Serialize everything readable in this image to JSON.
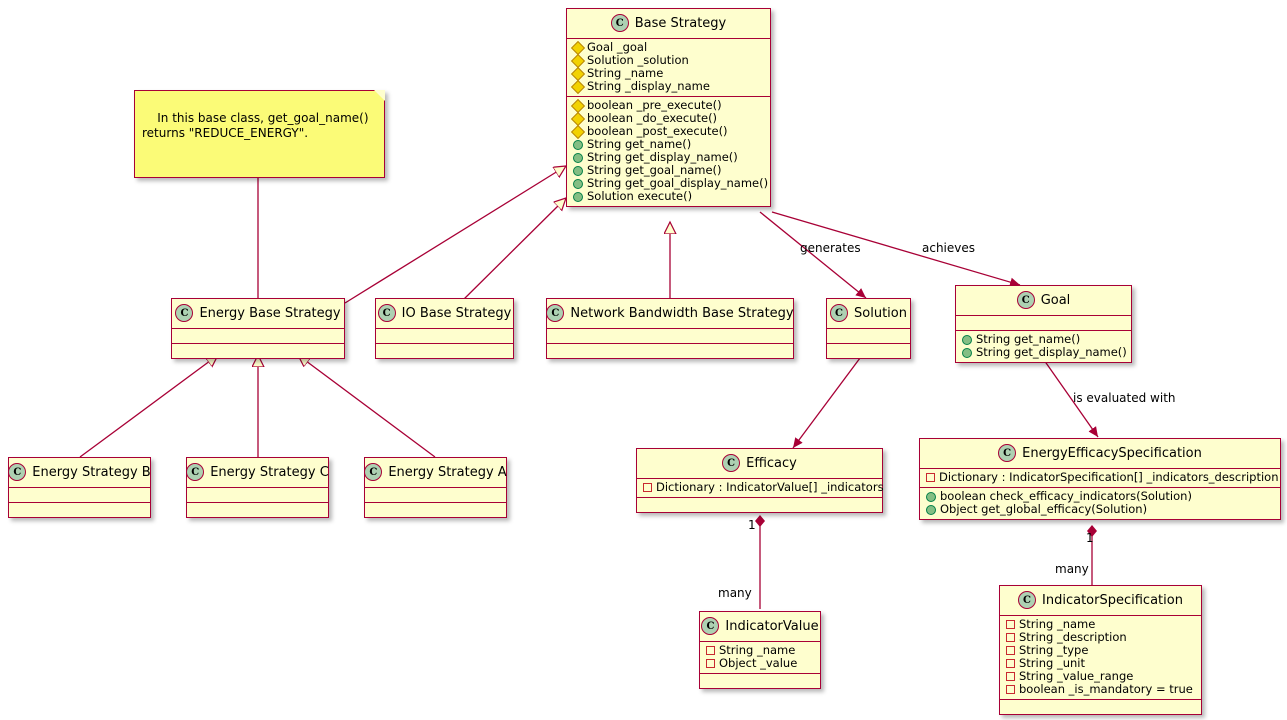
{
  "diagram": {
    "type": "uml-class-diagram",
    "colors": {
      "class_border": "#A80036",
      "class_fill": "#FEFECE",
      "note_fill": "#FBFB77",
      "stereotype_fill": "#ADD1B2",
      "private_icon": "#C82930",
      "protected_icon": "#F2D200",
      "public_icon": "#84BE84",
      "edge": "#A80036"
    },
    "note": {
      "text": "In this base class, get_goal_name()\nreturns \"REDUCE_ENERGY\"."
    },
    "classes": [
      {
        "id": "base-strategy",
        "name": "Base Strategy",
        "stereotype": "C",
        "attributes": [
          {
            "vis": "prot",
            "text": "Goal _goal"
          },
          {
            "vis": "prot",
            "text": "Solution _solution"
          },
          {
            "vis": "prot",
            "text": "String _name"
          },
          {
            "vis": "prot",
            "text": "String _display_name"
          }
        ],
        "methods": [
          {
            "vis": "prot",
            "text": "boolean _pre_execute()"
          },
          {
            "vis": "prot",
            "text": "boolean _do_execute()"
          },
          {
            "vis": "prot",
            "text": "boolean _post_execute()"
          },
          {
            "vis": "pub",
            "text": "String get_name()"
          },
          {
            "vis": "pub",
            "text": "String get_display_name()"
          },
          {
            "vis": "pub",
            "text": "String get_goal_name()"
          },
          {
            "vis": "pub",
            "text": "String get_goal_display_name()"
          },
          {
            "vis": "pub",
            "text": "Solution execute()"
          }
        ]
      },
      {
        "id": "energy-base-strategy",
        "name": "Energy Base Strategy",
        "stereotype": "C",
        "attributes": [],
        "methods": []
      },
      {
        "id": "io-base-strategy",
        "name": "IO Base Strategy",
        "stereotype": "C",
        "attributes": [],
        "methods": []
      },
      {
        "id": "network-bandwidth-base-strategy",
        "name": "Network Bandwidth Base Strategy",
        "stereotype": "C",
        "attributes": [],
        "methods": []
      },
      {
        "id": "solution",
        "name": "Solution",
        "stereotype": "C",
        "attributes": [],
        "methods": []
      },
      {
        "id": "goal",
        "name": "Goal",
        "stereotype": "C",
        "attributes": [],
        "methods": [
          {
            "vis": "pub",
            "text": "String get_name()"
          },
          {
            "vis": "pub",
            "text": "String get_display_name()"
          }
        ]
      },
      {
        "id": "energy-strategy-b",
        "name": "Energy Strategy B",
        "stereotype": "C",
        "attributes": [],
        "methods": []
      },
      {
        "id": "energy-strategy-c",
        "name": "Energy Strategy C",
        "stereotype": "C",
        "attributes": [],
        "methods": []
      },
      {
        "id": "energy-strategy-a",
        "name": "Energy Strategy A",
        "stereotype": "C",
        "attributes": [],
        "methods": []
      },
      {
        "id": "efficacy",
        "name": "Efficacy",
        "stereotype": "C",
        "attributes": [
          {
            "vis": "priv",
            "text": "Dictionary : IndicatorValue[] _indicators"
          }
        ],
        "methods": []
      },
      {
        "id": "energy-efficacy-specification",
        "name": "EnergyEfficacySpecification",
        "stereotype": "C",
        "attributes": [
          {
            "vis": "priv",
            "text": "Dictionary : IndicatorSpecification[] _indicators_description"
          }
        ],
        "methods": [
          {
            "vis": "pub",
            "text": "boolean check_efficacy_indicators(Solution)"
          },
          {
            "vis": "pub",
            "text": "Object get_global_efficacy(Solution)"
          }
        ]
      },
      {
        "id": "indicator-value",
        "name": "IndicatorValue",
        "stereotype": "C",
        "attributes": [
          {
            "vis": "priv",
            "text": "String _name"
          },
          {
            "vis": "priv",
            "text": "Object _value"
          }
        ],
        "methods": []
      },
      {
        "id": "indicator-specification",
        "name": "IndicatorSpecification",
        "stereotype": "C",
        "attributes": [
          {
            "vis": "priv",
            "text": "String _name"
          },
          {
            "vis": "priv",
            "text": "String _description"
          },
          {
            "vis": "priv",
            "text": "String _type"
          },
          {
            "vis": "priv",
            "text": "String _unit"
          },
          {
            "vis": "priv",
            "text": "String _value_range"
          },
          {
            "vis": "priv",
            "text": "boolean _is_mandatory = true"
          }
        ],
        "methods": []
      }
    ],
    "edge_labels": {
      "generates": "generates",
      "achieves": "achieves",
      "is_evaluated_with": "is evaluated with",
      "efficacy_one": "1",
      "efficacy_many": "many",
      "spec_one": "1",
      "spec_many": "many"
    }
  }
}
